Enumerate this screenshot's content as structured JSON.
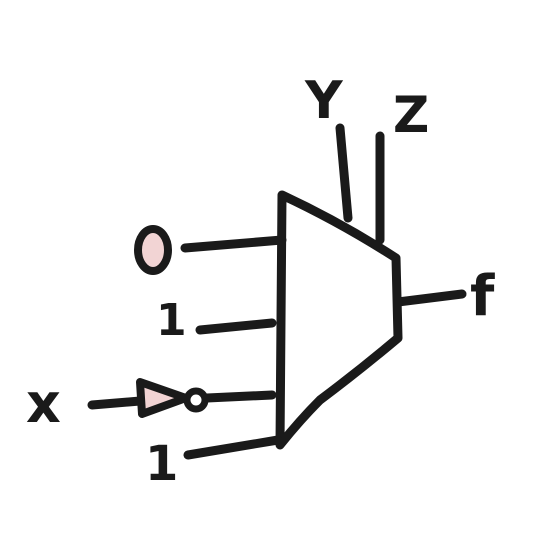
{
  "diagram": {
    "colors": {
      "ink": "#1a1a1a",
      "fill": "#f2d4d4",
      "background": "#ffffff"
    },
    "select_labels": [
      "Y",
      "Z"
    ],
    "data_inputs": [
      "0",
      "1",
      "x",
      "1"
    ],
    "output_label": "f",
    "inverter_input_label": "x"
  }
}
